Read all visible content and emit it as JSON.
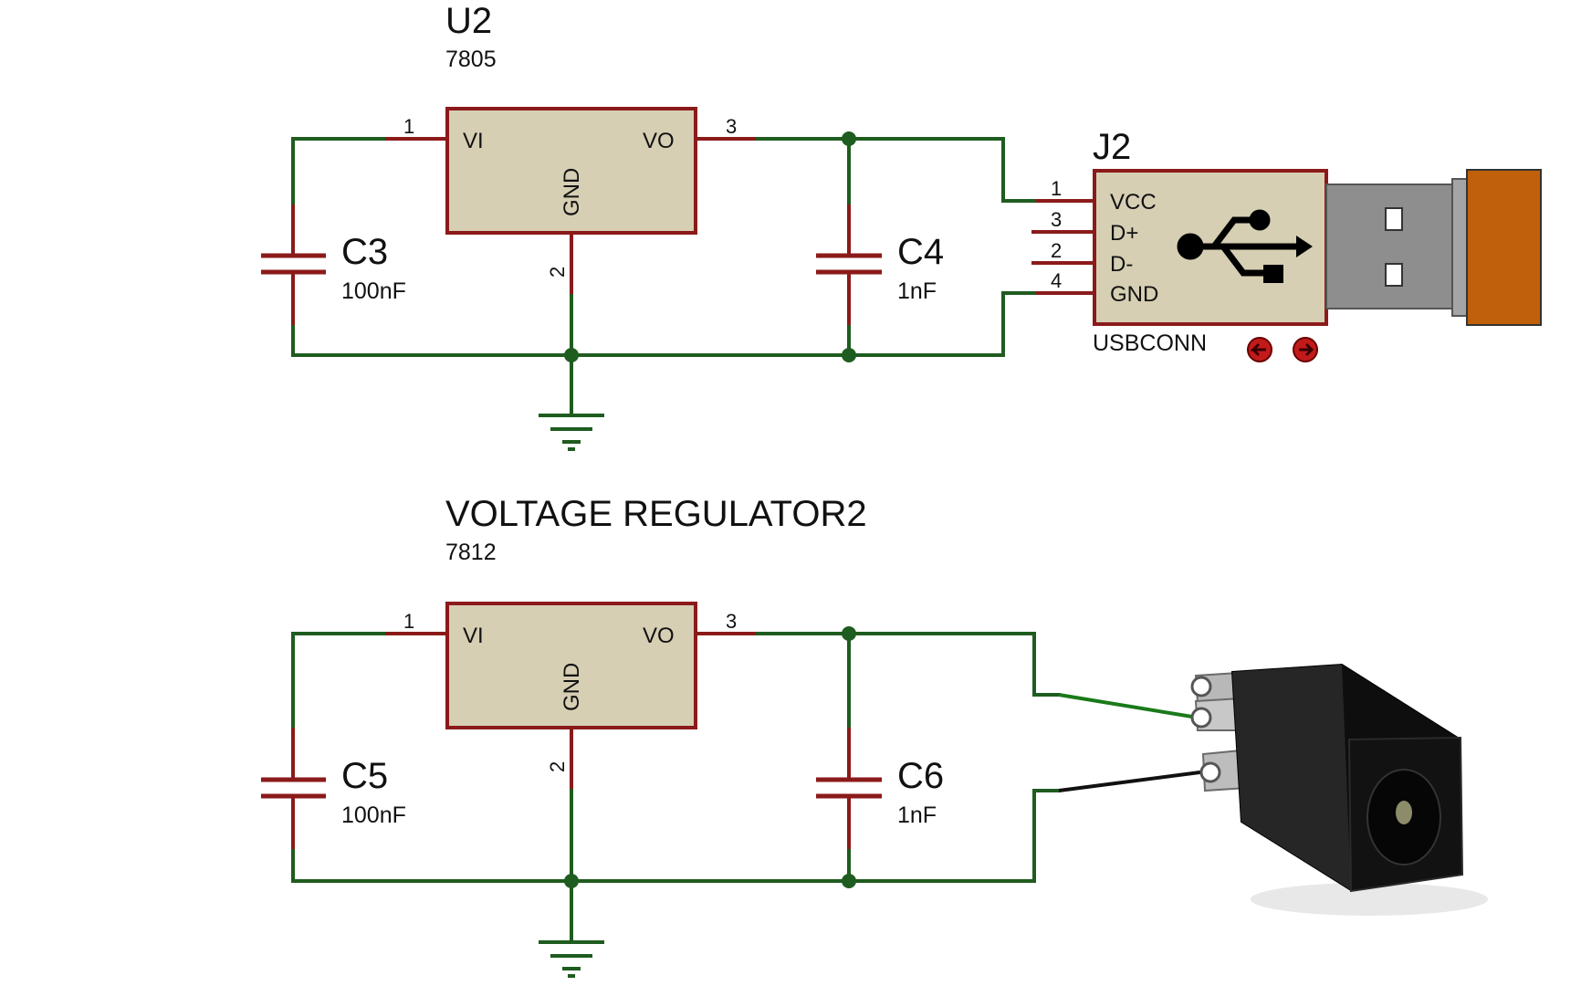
{
  "circuit1": {
    "regulator": {
      "ref": "U2",
      "value": "7805",
      "pin_vi": "VI",
      "pin_vo": "VO",
      "pin_gnd": "GND",
      "pin1": "1",
      "pin2": "2",
      "pin3": "3"
    },
    "c_in": {
      "ref": "C3",
      "value": "100nF"
    },
    "c_out": {
      "ref": "C4",
      "value": "1nF"
    },
    "connector": {
      "ref": "J2",
      "value": "USBCONN",
      "pins": [
        {
          "num": "1",
          "name": "VCC"
        },
        {
          "num": "3",
          "name": "D+"
        },
        {
          "num": "2",
          "name": "D-"
        },
        {
          "num": "4",
          "name": "GND"
        }
      ]
    }
  },
  "circuit2": {
    "regulator": {
      "ref": "VOLTAGE REGULATOR2",
      "value": "7812",
      "pin_vi": "VI",
      "pin_vo": "VO",
      "pin_gnd": "GND",
      "pin1": "1",
      "pin2": "2",
      "pin3": "3"
    },
    "c_in": {
      "ref": "C5",
      "value": "100nF"
    },
    "c_out": {
      "ref": "C6",
      "value": "1nF"
    },
    "connector": {
      "type": "dc-barrel-jack-photo"
    }
  },
  "colors": {
    "wire": "#1f5c1f",
    "pin": "#8b1a1a",
    "component_body": "#d6cfb3",
    "usb_plug_cap": "#c0600a",
    "jack_body": "#111111"
  },
  "icons": [
    "usb-symbol-icon",
    "arrow-left-icon",
    "arrow-right-icon",
    "ground-icon"
  ]
}
